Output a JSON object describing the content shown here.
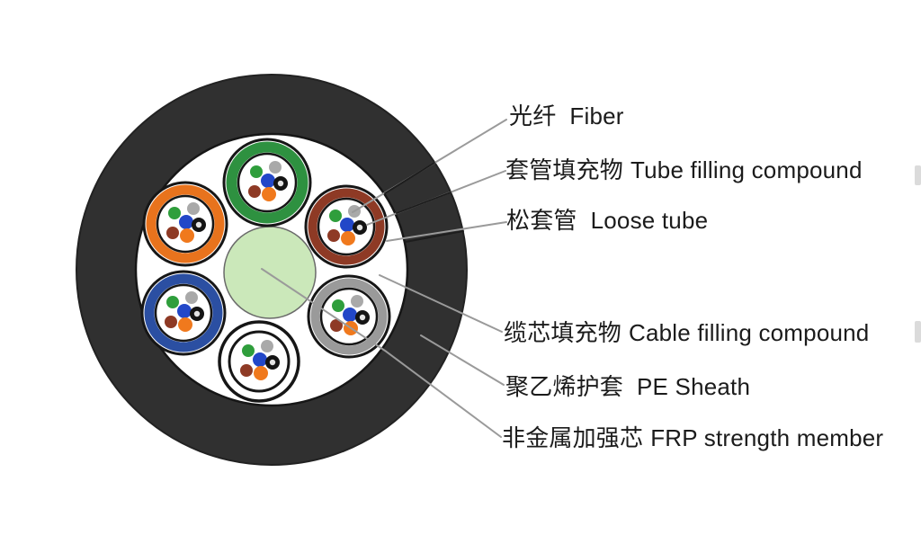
{
  "diagram": {
    "colors": {
      "sheath": "#303030",
      "inner_background": "#ffffff",
      "core": "#cbe8ba",
      "outline": "#161616",
      "core_outline": "#6a6a6a"
    },
    "tube_colors": {
      "green": "#2e9140",
      "orange": "#e8731d",
      "brown": "#8e3a25",
      "blue": "#2b4fa2",
      "gray": "#9a9a9a",
      "white": "#ffffff"
    },
    "fiber_colors": {
      "green": "#2f9e3c",
      "gray": "#a9a9a9",
      "blue": "#2247c8",
      "brown": "#8e3a25",
      "orange": "#f0791d",
      "black_ring": "#141414",
      "black_ring_center": "#e4e4e4"
    },
    "labels": [
      {
        "zh": "光纤",
        "en": "Fiber"
      },
      {
        "zh": "套管填充物",
        "en": "Tube filling compound"
      },
      {
        "zh": "松套管",
        "en": "Loose tube"
      },
      {
        "zh": "缆芯填充物",
        "en": "Cable filling compound"
      },
      {
        "zh": "聚乙烯护套",
        "en": "PE Sheath"
      },
      {
        "zh": "非金属加强芯",
        "en": "FRP strength member"
      }
    ]
  }
}
